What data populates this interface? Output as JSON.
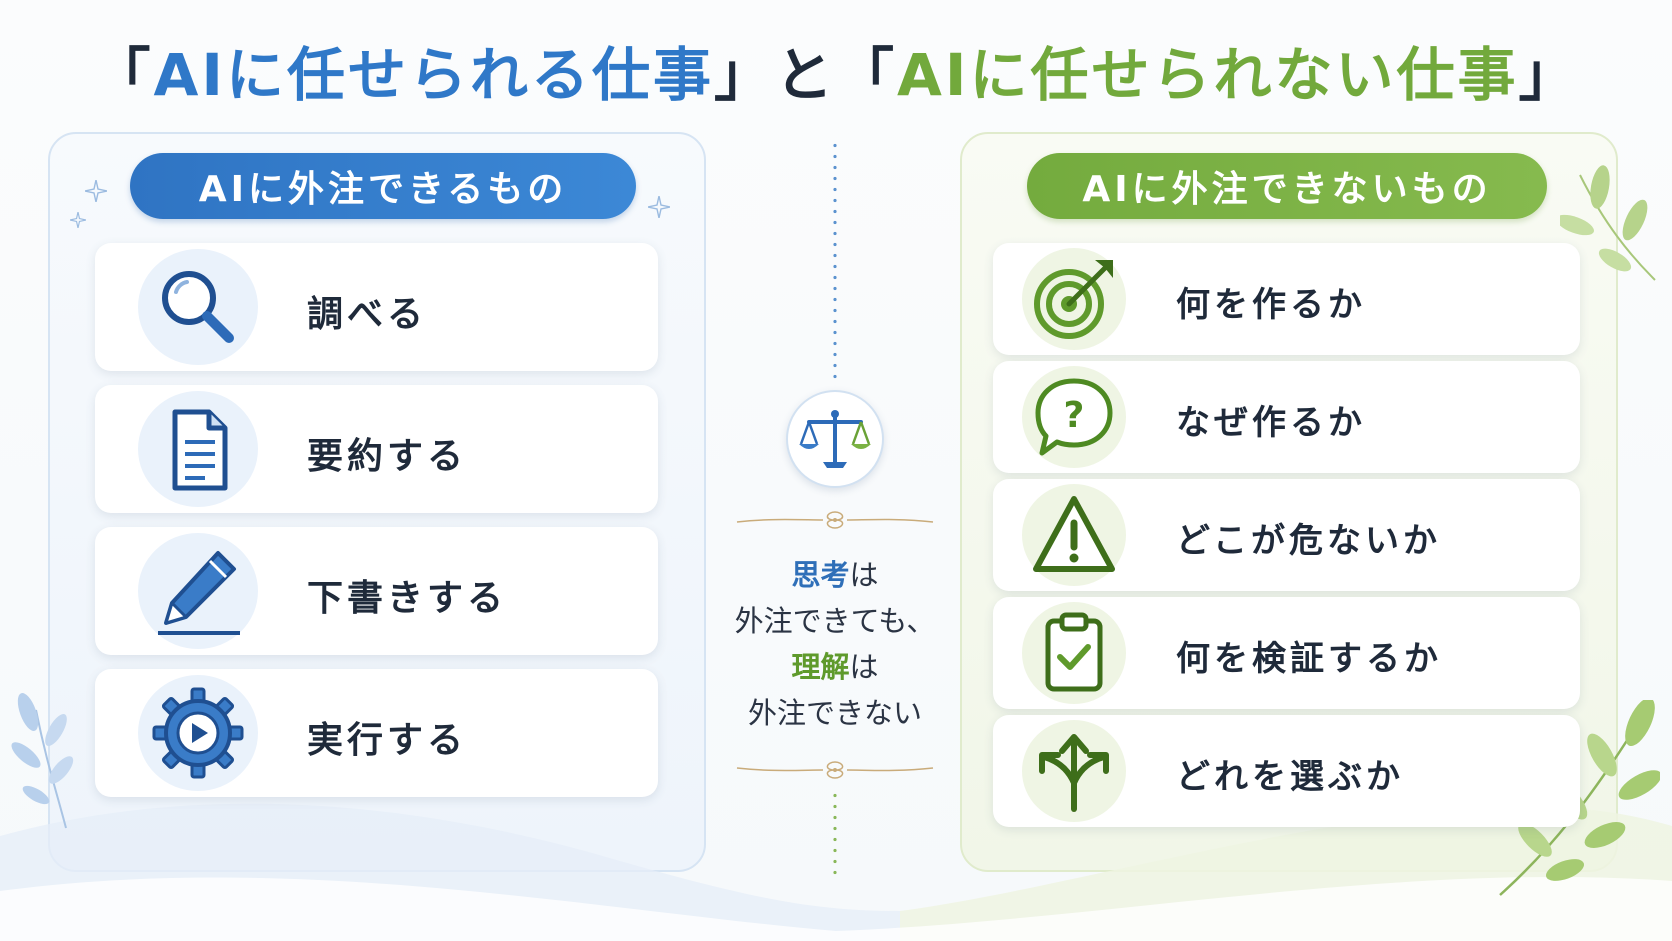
{
  "title": {
    "open1": "「",
    "ok_text": "AIに任せられる仕事",
    "close1": "」",
    "and": "と",
    "open2": "「",
    "ng_text": "AIに任せられない仕事",
    "close2": "」"
  },
  "left": {
    "heading": "AIに外注できるもの",
    "items": [
      {
        "label": "調べる",
        "icon": "magnifier-icon"
      },
      {
        "label": "要約する",
        "icon": "document-icon"
      },
      {
        "label": "下書きする",
        "icon": "pencil-icon"
      },
      {
        "label": "実行する",
        "icon": "gear-play-icon"
      }
    ]
  },
  "right": {
    "heading": "AIに外注できないもの",
    "items": [
      {
        "label": "何を作るか",
        "icon": "target-icon"
      },
      {
        "label": "なぜ作るか",
        "icon": "question-bubble-icon"
      },
      {
        "label": "どこが危ないか",
        "icon": "warning-icon"
      },
      {
        "label": "何を検証するか",
        "icon": "clipboard-check-icon"
      },
      {
        "label": "どれを選ぶか",
        "icon": "branch-arrows-icon"
      }
    ]
  },
  "center": {
    "icon": "balance-scale-icon",
    "line1_em": "思考",
    "line1_rest": "は",
    "line2": "外注できても、",
    "line3_em": "理解",
    "line3_rest": "は",
    "line4": "外注できない"
  },
  "colors": {
    "blue": "#2f78c8",
    "green": "#72a93c",
    "text": "#1f2a3a"
  }
}
